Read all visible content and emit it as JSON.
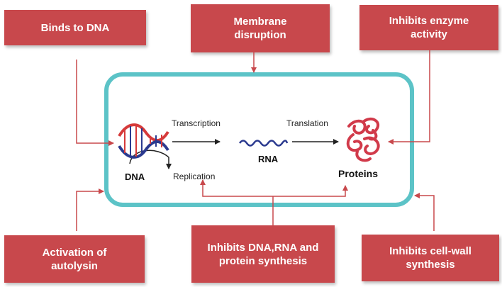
{
  "boxes": {
    "binds_dna": "Binds to DNA",
    "membrane": "Membrane disruption",
    "inhibits_enzyme": "Inhibits enzyme activity",
    "autolysin": "Activation of autolysin",
    "inhibits_synthesis": "Inhibits DNA,RNA and protein synthesis",
    "cell_wall": "Inhibits cell-wall synthesis"
  },
  "cell": {
    "transcription": "Transcription",
    "translation": "Translation",
    "replication": "Replication",
    "dna": "DNA",
    "rna": "RNA",
    "proteins": "Proteins"
  },
  "colors": {
    "box": "#c8484c",
    "membrane": "#5cc3c7",
    "arrow": "#c8484c",
    "dna_red": "#d63a3a",
    "dna_blue": "#2b3a8f",
    "rna": "#2b3a8f",
    "protein": "#d13a4a"
  },
  "icons": [
    "dna-helix-icon",
    "rna-strand-icon",
    "protein-coil-icon"
  ]
}
